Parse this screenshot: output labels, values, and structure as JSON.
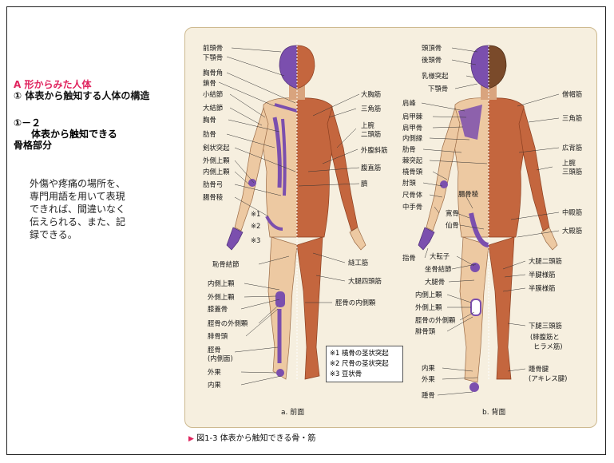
{
  "left_panel": {
    "section_a": "A 形からみた人体",
    "section_1": "① 体表から触知する人体の構造",
    "subsection_num": "①－２",
    "subsection_line1": "体表から触知できる",
    "subsection_line2": "骨格部分",
    "body_lines": [
      "外傷や疼痛の場所を、",
      "専門用語を用いて表現",
      "できれば、間違いなく",
      "伝えられる、また、記",
      "録できる。"
    ]
  },
  "figure": {
    "front_left_labels": [
      "前頭骨",
      "下顎骨",
      "胸骨角",
      "鎖骨",
      "小結節",
      "大結節",
      "胸骨",
      "肋骨",
      "剣状突起",
      "外側上顆",
      "内側上顆",
      "肋骨弓",
      "腸骨稜"
    ],
    "front_marks": [
      "※1",
      "※2",
      "※3"
    ],
    "front_pubic": "恥骨結節",
    "front_leg_labels": [
      "内側上顆",
      "外側上顆",
      "膝蓋骨",
      "脛骨の外側顆",
      "腓骨頭",
      "脛骨",
      "(内側面)",
      "外果",
      "内果"
    ],
    "front_right_labels": [
      "大胸筋",
      "三角筋",
      "上腕",
      "二頭筋",
      "外腹斜筋",
      "腹直筋",
      "臍"
    ],
    "front_mid_labels": [
      "縫工筋",
      "大腿四頭筋",
      "脛骨の内側顆"
    ],
    "back_left_labels": [
      "頭頂骨",
      "後頭骨",
      "乳様突起",
      "下顎骨",
      "肩峰",
      "肩甲棘",
      "肩甲骨",
      "内側縁",
      "肋骨",
      "棘突起",
      "橈骨頭",
      "肘頭",
      "尺骨体",
      "中手骨",
      "指骨"
    ],
    "back_mid_labels": [
      "腸骨稜",
      "寛骨",
      "仙骨"
    ],
    "back_lower_labels": [
      "大転子",
      "坐骨結節",
      "大腿骨",
      "内側上顆",
      "外側上顆",
      "脛骨の外側顆",
      "腓骨頭",
      "内果",
      "外果",
      "踵骨"
    ],
    "back_right_labels": [
      "僧帽筋",
      "三角筋",
      "広背筋",
      "上腕",
      "三頭筋",
      "中殿筋",
      "大殿筋",
      "大腿二頭筋",
      "半腱様筋",
      "半膜様筋",
      "下腿三頭筋",
      "(腓腹筋と",
      "ヒラメ筋)",
      "踵骨腱",
      "(アキレス腱)"
    ],
    "notes": [
      "※1 橈骨の茎状突起",
      "※2 尺骨の茎状突起",
      "※3 豆状骨"
    ],
    "view_front": "a. 前面",
    "view_back": "b. 背面"
  },
  "caption": {
    "marker": "▶",
    "text": "図1-3 体表から触知できる骨・筋"
  },
  "colors": {
    "heading_accent": "#e0245e",
    "bone": "#7b4fae",
    "muscle": "#c4663e",
    "skin": "#edc9a2",
    "figure_bg": "#f6efdf"
  }
}
